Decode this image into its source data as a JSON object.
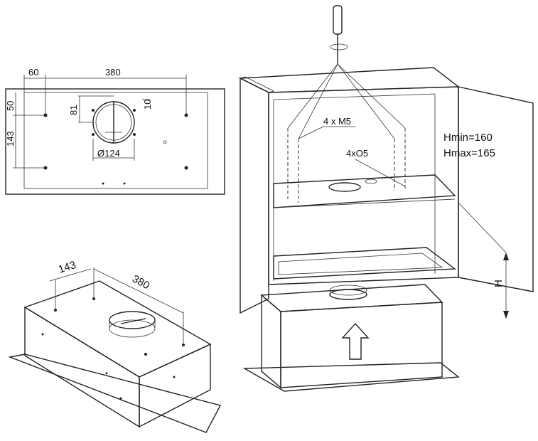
{
  "top_view": {
    "dim_60": "60",
    "dim_380": "380",
    "dim_50": "50",
    "dim_81": "81",
    "dim_143": "143",
    "dim_diameter": "Ø124",
    "dim_10": "10"
  },
  "cabinet_view": {
    "screw_label": "4 x M5",
    "hole_label": "4xO5",
    "hmin": "Hmin=160",
    "hmax": "Hmax=165",
    "h_label": "H"
  },
  "iso_view": {
    "dim_143": "143",
    "dim_380": "380"
  }
}
